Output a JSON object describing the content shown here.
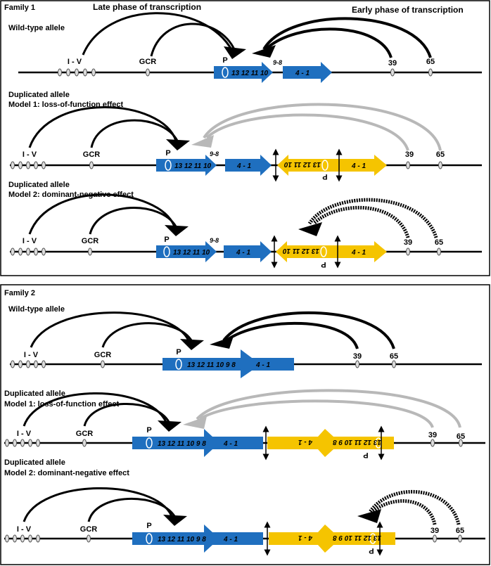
{
  "colors": {
    "blue": "#1f6fbf",
    "yellow": "#f5c400",
    "gray_arc": "#b8b8b8",
    "line": "#000000"
  },
  "family1": {
    "title": "Family 1",
    "late_phase": "Late phase of transcription",
    "early_phase": "Early phase of transcription",
    "wt_title": "Wild-type allele",
    "dup_title": "Duplicated allele",
    "model1": "Model 1: loss-of-function effect",
    "model2": "Model 2: dominant-negative effect",
    "iv": "I - V",
    "gcr": "GCR",
    "p": "P",
    "p_flipped": "P",
    "exons_a": "13 12 11 10",
    "exons_mid": "9-8",
    "exons_b": "4 - 1",
    "yellow_exons_a": "13 12 11 10",
    "yellow_exons_b": "4 - 1",
    "e39": "39",
    "e65": "65"
  },
  "family2": {
    "title": "Family 2",
    "wt_title": "Wild-type allele",
    "dup_title": "Duplicated allele",
    "model1": "Model 1: loss-of-function effect",
    "model2": "Model 2: dominant-negative effect",
    "iv": "I - V",
    "gcr": "GCR",
    "p": "P",
    "p_flipped": "P",
    "exons": "13 12 11 10  9  8",
    "exons_b": "4 - 1",
    "yellow_exons": "13 12 11 10  9  8",
    "yellow_exons_b": "4 - 1",
    "e39": "39",
    "e65": "65"
  }
}
